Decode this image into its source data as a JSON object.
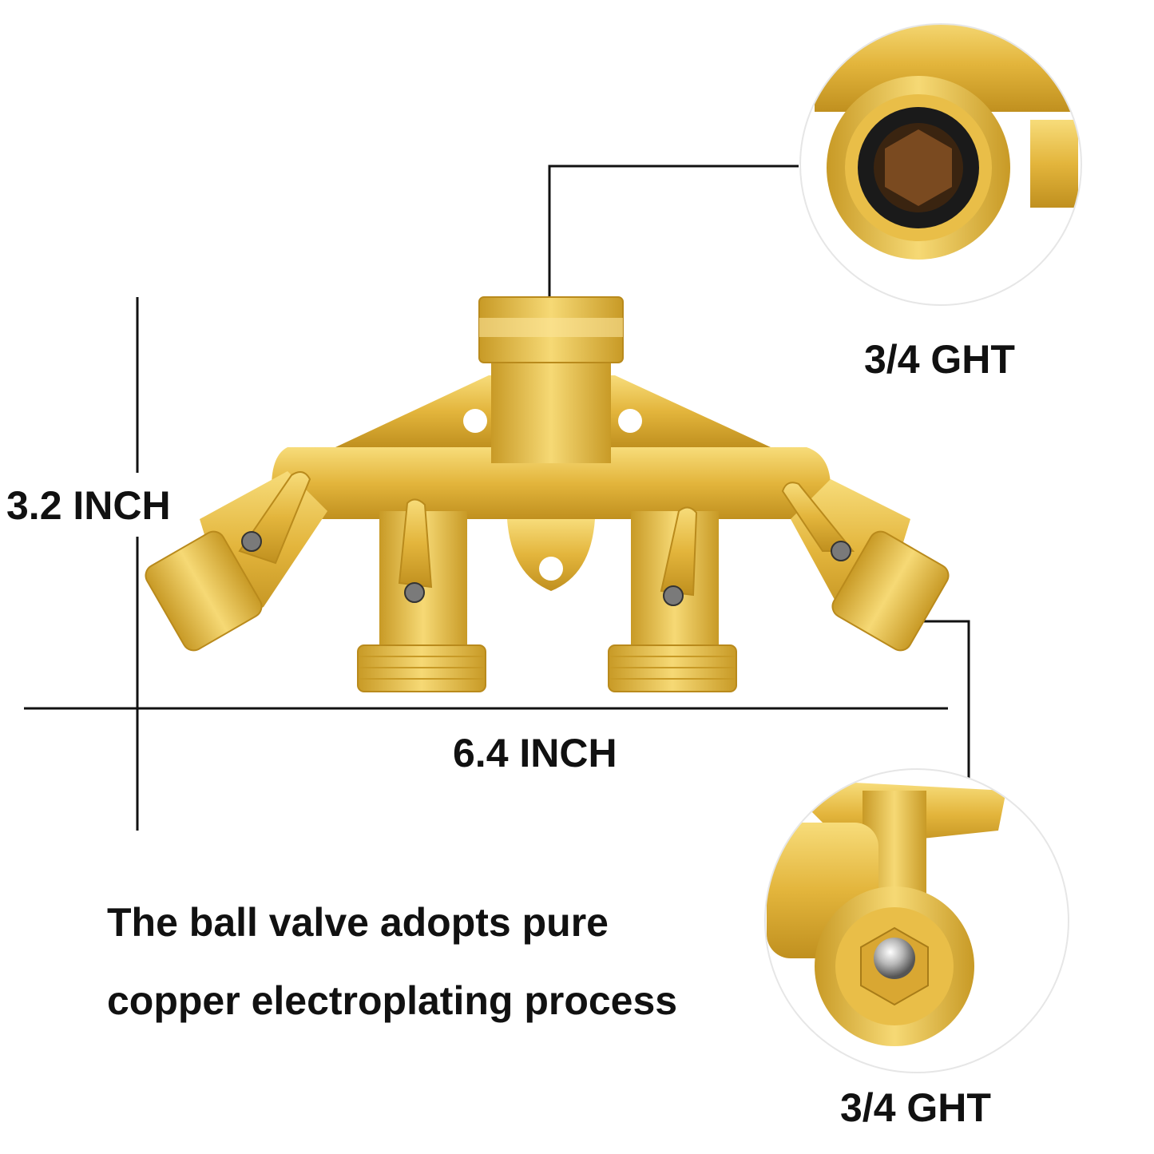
{
  "dimensions": {
    "height_label": "3.2 INCH",
    "width_label": "6.4 INCH"
  },
  "callouts": {
    "top_label": "3/4 GHT",
    "bottom_label": "3/4 GHT"
  },
  "description": {
    "line1": "The ball valve adopts pure",
    "line2": "copper electroplating process"
  },
  "colors": {
    "brass_light": "#f5d46a",
    "brass_mid": "#e2b43a",
    "brass_dark": "#b98a1c",
    "rubber_black": "#1a1a1a",
    "line": "#111111"
  }
}
